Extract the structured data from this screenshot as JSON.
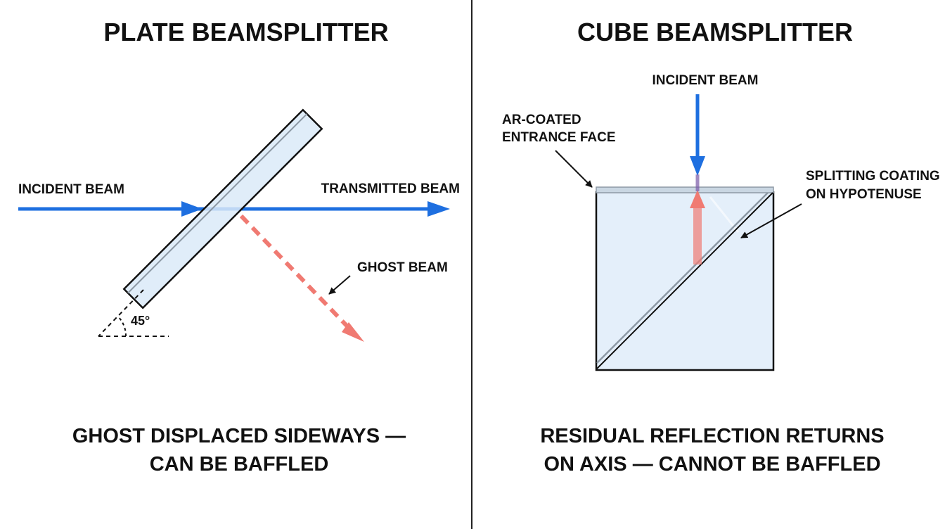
{
  "colors": {
    "beam_blue": "#1e6fe0",
    "ghost_red": "#f07a72",
    "glass_fill": "#dbeaf8",
    "outline": "#111111",
    "coating_gray": "#8d99a5"
  },
  "plate": {
    "title": "PLATE BEAMSPLITTER",
    "incident_label": "INCIDENT BEAM",
    "transmitted_label": "TRANSMITTED BEAM",
    "ghost_label": "GHOST BEAM",
    "angle_label": "45°",
    "caption_line1": "GHOST DISPLACED SIDEWAYS —",
    "caption_line2": "CAN BE BAFFLED"
  },
  "cube": {
    "title": "CUBE BEAMSPLITTER",
    "incident_label": "INCIDENT BEAM",
    "ar_label_line1": "AR-COATED",
    "ar_label_line2": "ENTRANCE FACE",
    "coating_label_line1": "SPLITTING COATING",
    "coating_label_line2": "ON HYPOTENUSE",
    "caption_line1": "RESIDUAL REFLECTION RETURNS",
    "caption_line2": "ON AXIS — CANNOT BE BAFFLED"
  }
}
